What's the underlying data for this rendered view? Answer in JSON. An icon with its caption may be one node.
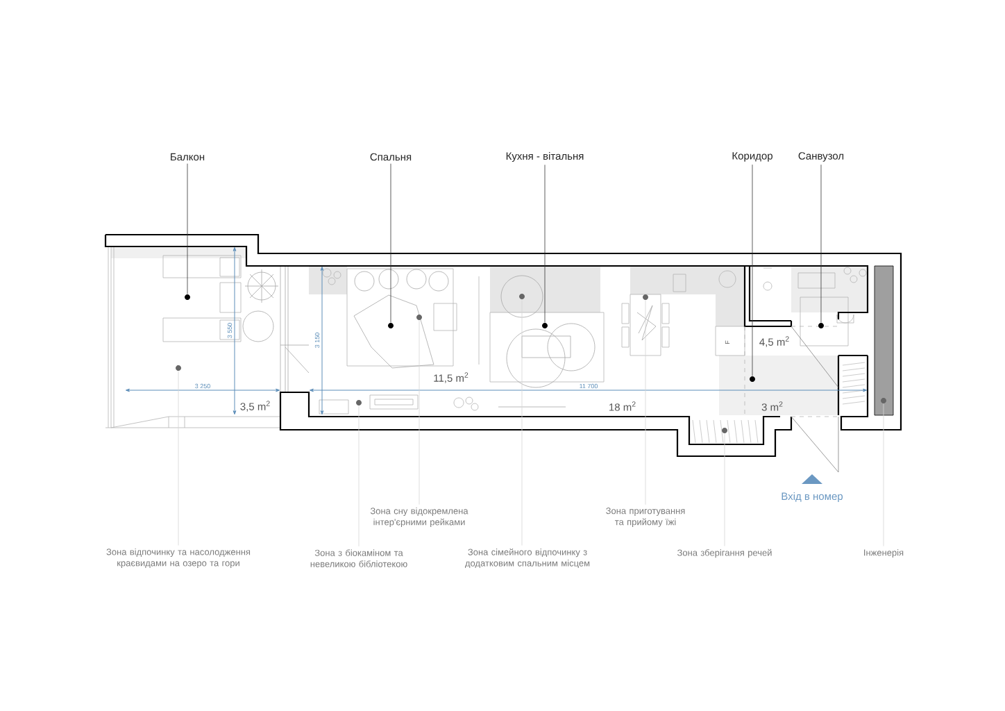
{
  "diagram": {
    "nodes": [
      {
        "text": [
          "Балкон"
        ]
      },
      {
        "text": [
          "Спальня"
        ]
      },
      {
        "text": [
          "Кухня - вітальня"
        ]
      },
      {
        "text": [
          "Коридор"
        ]
      },
      {
        "text": [
          "Санвузол"
        ]
      },
      {
        "text": [
          "Зона сну відокремлена інтер'єрними рейками"
        ]
      },
      {
        "text": [
          "Зона приготування та прийому їжі"
        ]
      },
      {
        "text": [
          "Зона відпочинку та насолодження краєвидами на озеро та гори"
        ]
      },
      {
        "text": [
          "Зона з біокаміном та невеликою бібліотекою"
        ]
      },
      {
        "text": [
          "Зона сімейного відпочинку з додатковим спальним місцем"
        ]
      },
      {
        "text": [
          "Зона зберігання речей"
        ]
      },
      {
        "text": [
          "Інженерія"
        ]
      },
      {
        "text": [],
        "shape": "circle"
      },
      {
        "text": [],
        "shape": "circle"
      },
      {
        "text": [],
        "shape": "circle"
      },
      {
        "text": [],
        "shape": "circle"
      },
      {
        "text": [],
        "shape": "circle"
      },
      {
        "text": [],
        "shape": "circle"
      },
      {
        "text": [],
        "shape": "circle"
      },
      {
        "text": [],
        "shape": "circle"
      },
      {
        "text": [],
        "shape": "circle"
      },
      {
        "text": [],
        "shape": "circle"
      },
      {
        "text": [],
        "shape": "circle"
      },
      {
        "text": [],
        "shape": "circle"
      }
    ],
    "edges": [
      {
        "from": 0,
        "to": 12,
        "arrow": "none",
        "color": "#333333"
      },
      {
        "from": 1,
        "to": 13,
        "arrow": "none",
        "color": "#333333"
      },
      {
        "from": 2,
        "to": 14,
        "arrow": "none",
        "color": "#333333"
      },
      {
        "from": 3,
        "to": 15,
        "arrow": "none",
        "color": "#333333"
      },
      {
        "from": 4,
        "to": 16,
        "arrow": "none",
        "color": "#333333"
      },
      {
        "from": 7,
        "to": 17,
        "arrow": "none"
      },
      {
        "from": 8,
        "to": 18,
        "arrow": "none"
      },
      {
        "from": 5,
        "to": 19,
        "arrow": "none"
      },
      {
        "from": 9,
        "to": 20,
        "arrow": "none"
      },
      {
        "from": 6,
        "to": 21,
        "arrow": "none"
      },
      {
        "from": 10,
        "to": 22,
        "arrow": "none"
      },
      {
        "from": 11,
        "to": 23,
        "arrow": "none"
      }
    ],
    "labels": [
      "3 550",
      "3 150",
      "F",
      "4,5 m$^{2}$",
      "11,5 m$^{2}$",
      "3 250",
      "11 700",
      "3,5 m$^{2}$",
      "18 m$^{2}$",
      "3 m$^{2}$",
      "Вхід в номер"
    ]
  }
}
